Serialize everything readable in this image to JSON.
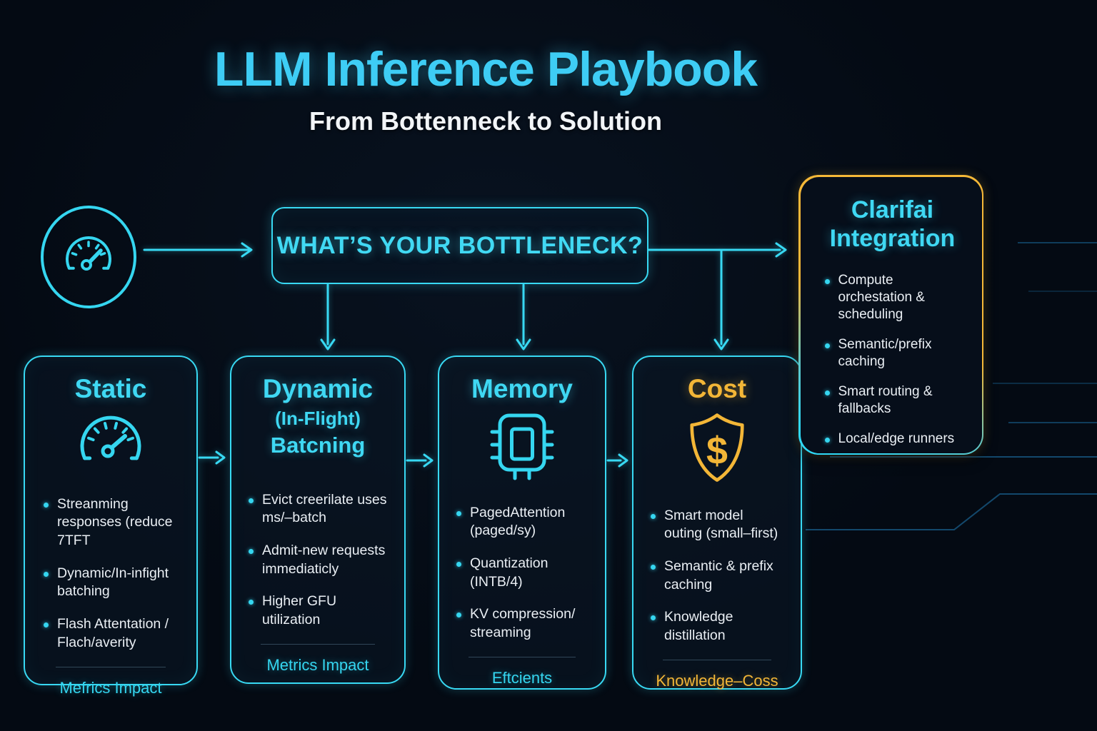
{
  "header": {
    "title": "LLM Inference Playbook",
    "subtitle": "From Bottenneck to Solution"
  },
  "flow": {
    "gauge_icon": "speedometer-icon",
    "bottleneck_question": "WHAT’S YOUR BOTTLENECK?"
  },
  "cards": [
    {
      "id": "static",
      "title": "Static",
      "icon": "gauge-icon",
      "bullets": [
        "Streanming responses (reduce 7TFT",
        "Dynamic/In-infight batching",
        "Flash Attentation / Flach/averity"
      ],
      "footer": "Mefrics Impact"
    },
    {
      "id": "dynamic",
      "title": "Dynamic",
      "subtitle1": "(In-Flight)",
      "subtitle2": "Batcning",
      "bullets": [
        "Evict creerilate uses ms/–batch",
        "Admit-new requests immediaticly",
        "Higher GFU utilization"
      ],
      "footer": "Metrics Impact"
    },
    {
      "id": "memory",
      "title": "Memory",
      "icon": "chip-icon",
      "bullets": [
        "PagedAttention (paged/sy)",
        "Quantization (INTB/4)",
        "KV compression/ streaming"
      ],
      "footer": "Eftcients"
    },
    {
      "id": "cost",
      "title": "Cost",
      "icon": "shield-dollar-icon",
      "bullets": [
        "Smart model outing (small–first)",
        "Semantic & prefix caching",
        "Knowledge distillation"
      ],
      "footer": "Knowledge–Coss"
    }
  ],
  "integration": {
    "title_line1": "Clarifai",
    "title_line2": "Integration",
    "bullets": [
      "Compute orchestation & scheduling",
      "Semantic/prefix caching",
      "Smart routing & fallbacks",
      "Local/edge runners"
    ]
  },
  "colors": {
    "background": "#040a13",
    "cyan": "#38d9f3",
    "heading_blue": "#3ecdf5",
    "gold": "#f3b637",
    "text": "#eaeff4"
  }
}
